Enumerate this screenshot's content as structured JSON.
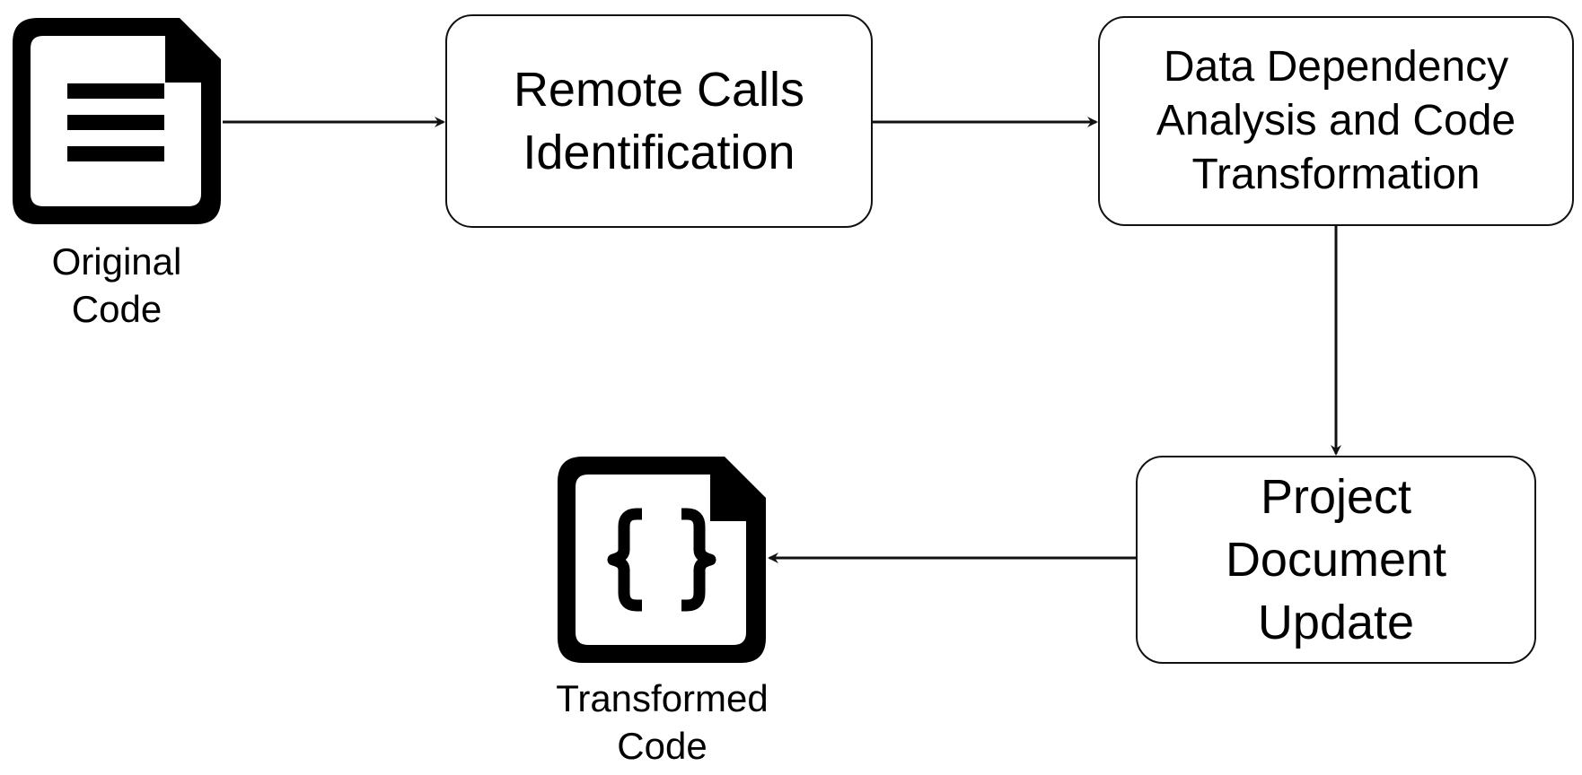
{
  "diagram": {
    "original_code": {
      "icon": "document-lines-icon",
      "label_lines": [
        "Original",
        "Code"
      ]
    },
    "steps": [
      {
        "id": "remote-calls",
        "label_lines": [
          "Remote Calls",
          "Identification"
        ]
      },
      {
        "id": "data-dependency",
        "label_lines": [
          "Data Dependency",
          "Analysis and Code",
          "Transformation"
        ]
      },
      {
        "id": "project-document",
        "label_lines": [
          "Project",
          "Document",
          "Update"
        ]
      }
    ],
    "transformed_code": {
      "icon": "document-braces-icon",
      "label_lines": [
        "Transformed",
        "Code"
      ]
    },
    "colors": {
      "stroke": "#111111",
      "background": "#ffffff"
    }
  }
}
